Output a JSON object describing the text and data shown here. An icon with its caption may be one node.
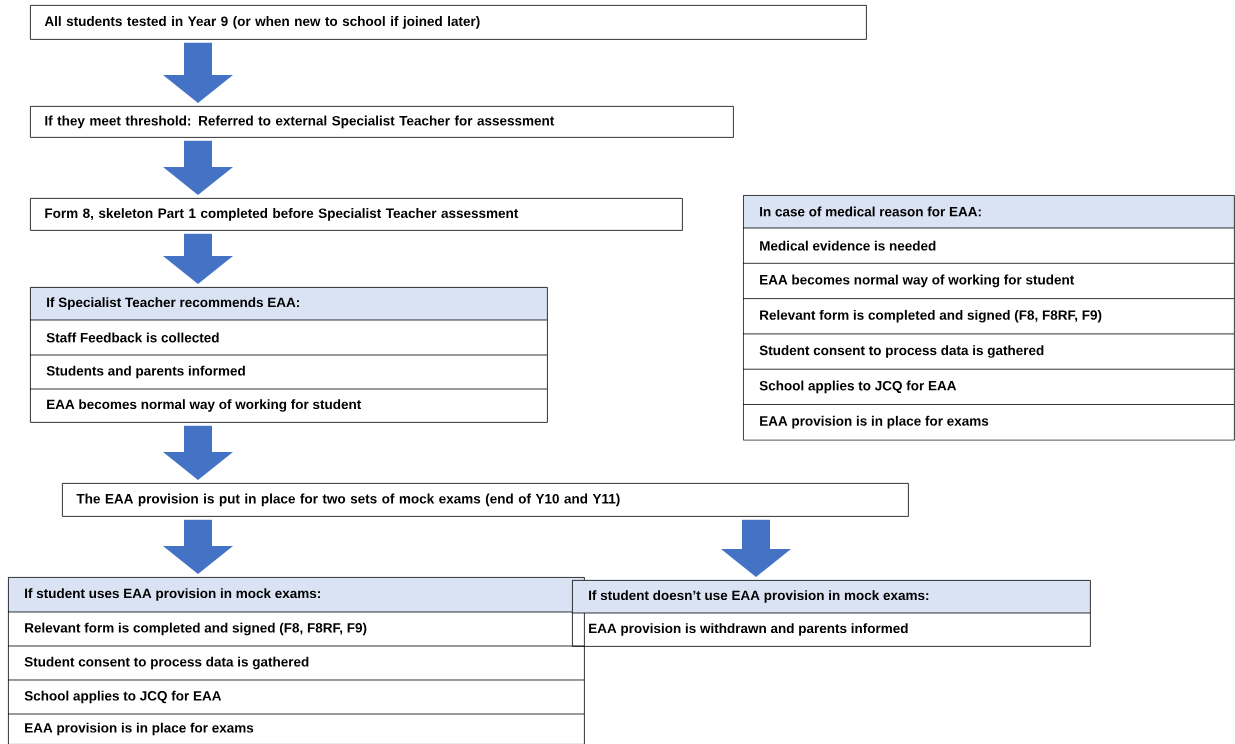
{
  "diagram": {
    "nodes": [
      {
        "text": [
          "All students tested in Year 9 (or when new to school if joined later)"
        ]
      },
      {
        "text": [
          "If they meet threshold: Referred to external Specialist Teacher for assessment"
        ]
      },
      {
        "text": [
          "Form 8, skeleton Part 1 completed before Specialist Teacher assessment"
        ]
      },
      {
        "text": [
          "If Specialist Teacher recommends EAA:",
          "Staff Feedback is collected",
          "Students and parents informed",
          "EAA becomes normal way of working for student"
        ]
      },
      {
        "text": [
          "In case of medical reason for EAA:",
          "Medical evidence is needed",
          "EAA becomes normal way of working for student",
          "Relevant form is completed and signed (F8, F8RF, F9)",
          "Student consent to process data is gathered",
          "School applies to JCQ for EAA",
          "EAA provision is in place for exams"
        ]
      },
      {
        "text": [
          "The EAA provision is put in place for two sets of mock exams (end of Y10 and Y11)"
        ]
      },
      {
        "text": [
          "If student uses EAA provision in mock exams:",
          "Relevant form is completed and signed (F8, F8RF, F9)",
          "Student consent to process data is gathered",
          "School applies to JCQ for EAA",
          "EAA provision is in place for exams"
        ]
      },
      {
        "text": [
          "If student doesn’t use EAA provision in mock exams:",
          "EAA provision is withdrawn and parents informed"
        ]
      }
    ],
    "edges": [
      {
        "from": 0,
        "to": 1,
        "arrow": "to"
      },
      {
        "from": 1,
        "to": 2,
        "arrow": "to"
      },
      {
        "from": 2,
        "to": 3,
        "arrow": "to"
      },
      {
        "from": 3,
        "to": 5,
        "arrow": "to"
      },
      {
        "from": 5,
        "to": 6,
        "arrow": "to"
      },
      {
        "from": 5,
        "to": 7,
        "arrow": "to"
      }
    ]
  }
}
